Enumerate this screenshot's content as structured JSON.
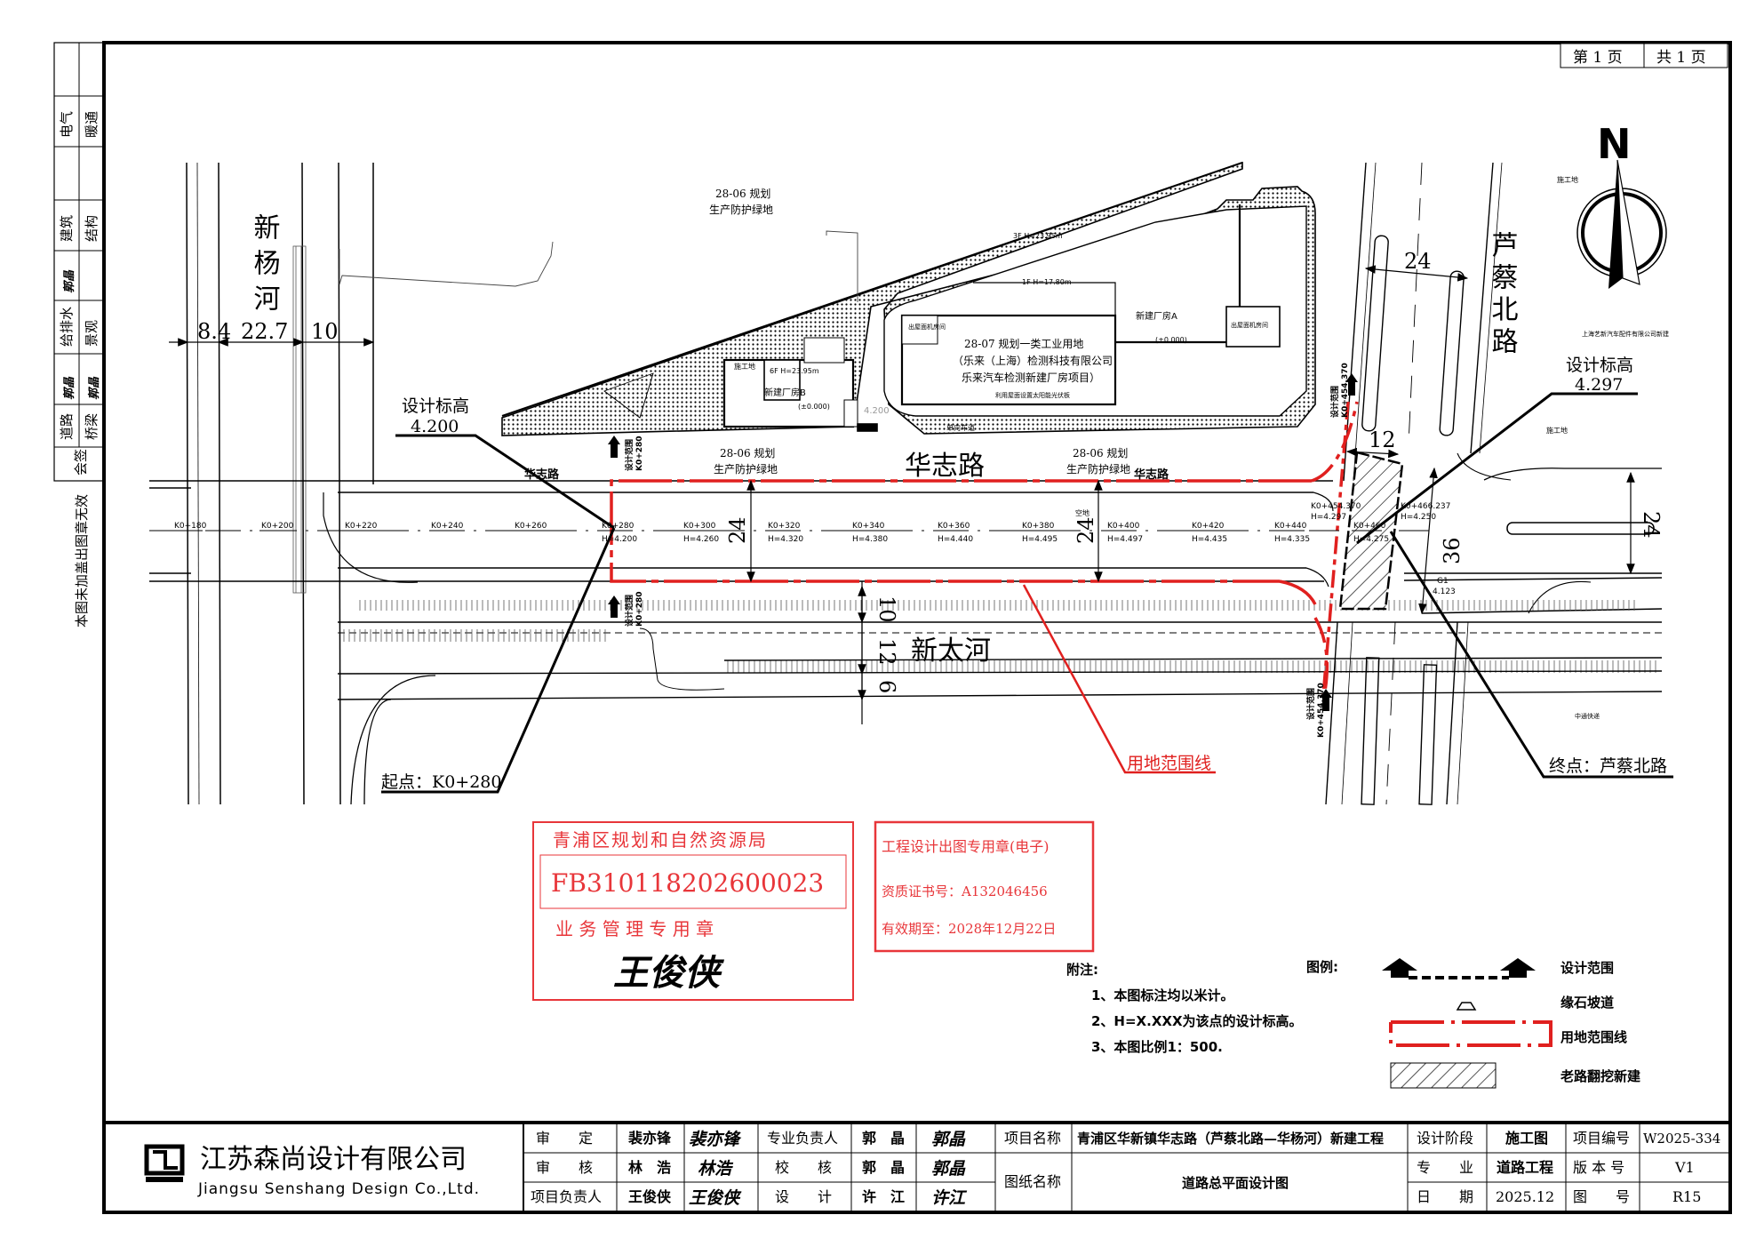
{
  "side_strip": {
    "cells": [
      "电气",
      "暖通",
      "建筑",
      "结构",
      "给排水",
      "景观",
      "道路",
      "桥梁",
      "会签"
    ],
    "signatures": [
      "郭晶",
      "郭晶",
      "郭晶"
    ],
    "notice": "本图未加盖出图章无效"
  },
  "page": {
    "current": "第 1 页",
    "total": "共 1 页"
  },
  "drawing": {
    "labels": {
      "river_west": "新杨河",
      "river_south": "新太河",
      "road_main": "华志路",
      "road_main_small_1": "华志路",
      "road_main_small_2": "华志路",
      "road_east": "芦蔡北路",
      "green_1": [
        "28-06 规划",
        "生产防护绿地"
      ],
      "green_2": [
        "28-06 规划",
        "生产防护绿地"
      ],
      "green_3": [
        "28-06 规划",
        "生产防护绿地"
      ],
      "parcel": [
        "28-07  规划一类工业用地",
        "（乐来（上海）检测科技有限公司",
        "乐来汽车检测新建厂房项目）"
      ],
      "factory_a": "新建厂房A",
      "factory_b": "新建厂房B",
      "factory_a_height": "3F H=23.95m",
      "factory_1f_height": "1F H=17.80m",
      "factory_b_height": "6F H=23.95m",
      "elev_a": "(±0.000)",
      "elev_b": "(±0.000)",
      "elev_4200": "4.200",
      "rooftop_1": "出屋面机房间",
      "rooftop_2": "出屋面机房间",
      "one_way": "单向车道",
      "solar": "利用屋面设置太阳能光伏板",
      "site_1": "施工地",
      "site_2": "施工地",
      "site_3": "施工地",
      "company_ne": "上海艺新汽车配件有限公司新建",
      "express": "中通快递",
      "empty_lot": "空地"
    },
    "dimensions": {
      "river_w1": "8.4",
      "river_w2": "22.7",
      "river_w3": "10",
      "road_w1": "24",
      "road_w2": "24",
      "south_1": "10",
      "south_2": "12",
      "south_3": "6",
      "east_w": "24",
      "east_12": "12",
      "east_36": "36",
      "east_24": "24"
    },
    "stations": [
      {
        "k": "K0+180",
        "h": ""
      },
      {
        "k": "K0+200",
        "h": ""
      },
      {
        "k": "K0+220",
        "h": ""
      },
      {
        "k": "K0+240",
        "h": ""
      },
      {
        "k": "K0+260",
        "h": ""
      },
      {
        "k": "K0+280",
        "h": "H=4.200"
      },
      {
        "k": "K0+300",
        "h": "H=4.260"
      },
      {
        "k": "K0+320",
        "h": "H=4.320"
      },
      {
        "k": "K0+340",
        "h": "H=4.380"
      },
      {
        "k": "K0+360",
        "h": "H=4.440"
      },
      {
        "k": "K0+380",
        "h": "H=4.495"
      },
      {
        "k": "K0+400",
        "h": "H=4.497"
      },
      {
        "k": "K0+420",
        "h": "H=4.435"
      },
      {
        "k": "K0+440",
        "h": "H=4.335"
      },
      {
        "k": "K0+454.370",
        "h": "H=4.297"
      },
      {
        "k": "K0+460",
        "h": "H=4.275"
      },
      {
        "k": "K0+466.237",
        "h": "H=4.250"
      }
    ],
    "range_marks": {
      "start_top": [
        "设计范围",
        "K0+280"
      ],
      "start_bottom": [
        "设计范围",
        "K0+280"
      ],
      "end_top": [
        "设计范围",
        "K0+454.370"
      ],
      "end_bottom": [
        "设计范围",
        "K0+454.370"
      ]
    },
    "callouts": {
      "elev_west_title": "设计标高",
      "elev_west_value": "4.200",
      "elev_east_title": "设计标高",
      "elev_east_value": "4.297",
      "start": "起点：K0+280",
      "end": "终点：芦蔡北路",
      "land_line": "用地范围线",
      "east_node": "G1",
      "east_node_value": "4.123"
    },
    "north": "N"
  },
  "notes": {
    "title": "附注:",
    "items": [
      "1、本图标注均以米计。",
      "2、H=X.XXX为该点的设计标高。",
      "3、本图比例1：500."
    ]
  },
  "legend": {
    "title": "图例:",
    "items": [
      "设计范围",
      "缘石坡道",
      "用地范围线",
      "老路翻挖新建"
    ]
  },
  "stamps": {
    "bureau": {
      "org": "青浦区规划和自然资源局",
      "code": "FB310118202600023",
      "type": "业 务 管 理 专 用 章",
      "signature": "王俊侠"
    },
    "design": {
      "title": "工程设计出图专用章(电子)",
      "cert": "资质证书号：A132046456",
      "valid": "有效期至：2028年12月22日"
    }
  },
  "colors": {
    "land_line": "#e0201f",
    "stamp": "#e8363a"
  },
  "title_block": {
    "company_cn": "江苏森尚设计有限公司",
    "company_en": "Jiangsu Senshang Design Co.,Ltd.",
    "rows": [
      {
        "role": "审　　定",
        "name": "裴亦锋",
        "sig": "裴亦锋",
        "role2": "专业负责人",
        "name2": "郭　晶",
        "sig2": "郭晶"
      },
      {
        "role": "审　　核",
        "name": "林　浩",
        "sig": "林浩",
        "role2": "校　　核",
        "name2": "郭　晶",
        "sig2": "郭晶"
      },
      {
        "role": "项目负责人",
        "name": "王俊侠",
        "sig": "王俊侠",
        "role2": "设　　计",
        "name2": "许　江",
        "sig2": "许江"
      }
    ],
    "project_label": "项目名称",
    "project_name": "青浦区华新镇华志路（芦蔡北路—华杨河）新建工程",
    "drawing_label": "图纸名称",
    "drawing_name": "道路总平面设计图",
    "stage_label": "设计阶段",
    "stage": "施工图",
    "proj_no_label": "项目编号",
    "proj_no": "W2025-334",
    "discipline_label": "专　　业",
    "discipline": "道路工程",
    "version_label": "版 本 号",
    "version": "V1",
    "date_label": "日　　期",
    "date": "2025.12",
    "sheet_label": "图　　号",
    "sheet": "R15"
  }
}
